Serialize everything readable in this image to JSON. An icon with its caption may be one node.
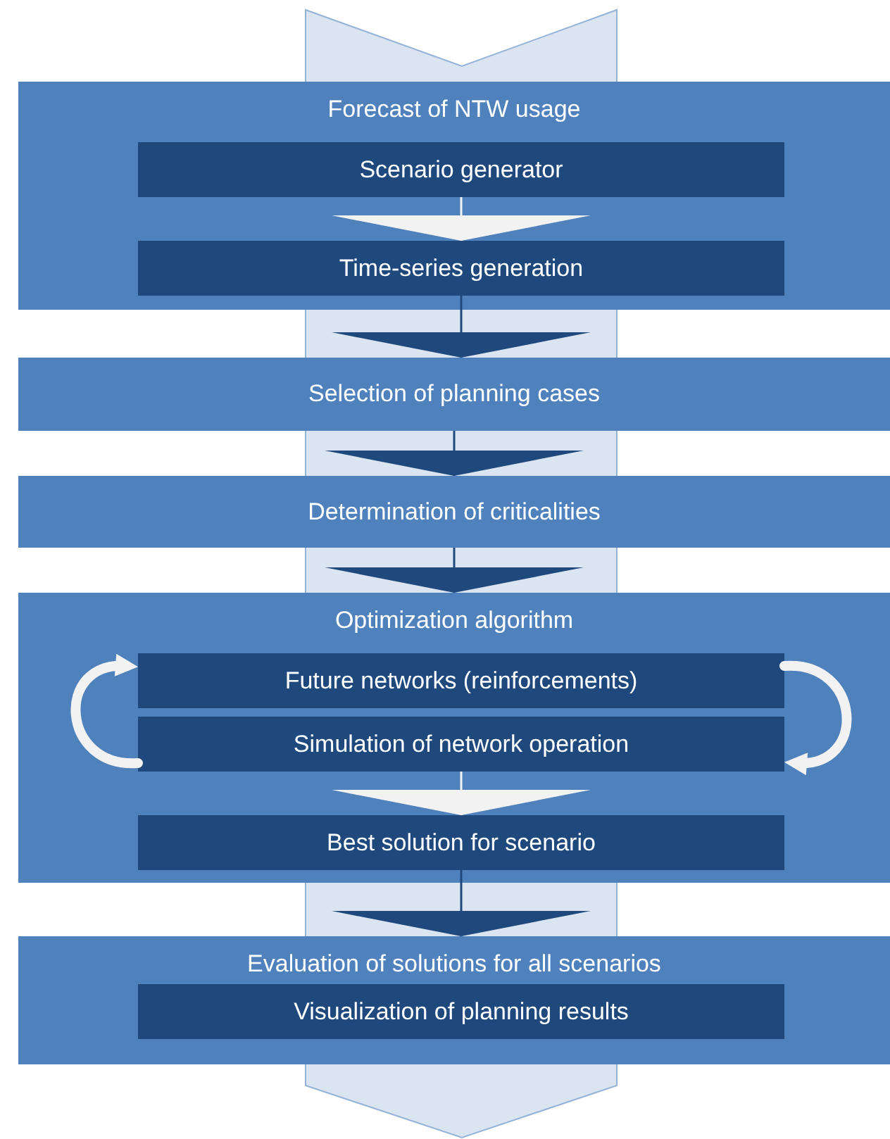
{
  "diagram": {
    "nodes": [
      {
        "text": [
          "Forecast of NTW usage"
        ]
      },
      {
        "text": [
          "Scenario generator"
        ],
        "in": 0
      },
      {
        "text": [
          "Time-series generation"
        ],
        "in": 0
      },
      {
        "text": [
          "Selection of planning cases"
        ]
      },
      {
        "text": [
          "Determination of criticalities"
        ]
      },
      {
        "text": [
          "Optimization algorithm"
        ]
      },
      {
        "text": [
          "Future networks (reinforcements)"
        ],
        "in": 5
      },
      {
        "text": [
          "Simulation of network operation"
        ],
        "in": 5
      },
      {
        "text": [
          "Best solution for scenario"
        ],
        "in": 5
      },
      {
        "text": [
          "Evaluation of solutions for all scenarios"
        ]
      },
      {
        "text": [
          "Visualization of planning results"
        ],
        "in": 9
      }
    ],
    "edges": [
      {
        "from": 1,
        "to": 2,
        "arrow": "to",
        "color": "#f2f2f2"
      },
      {
        "from": 2,
        "to": 3,
        "arrow": "to",
        "color": "#1f497d"
      },
      {
        "from": 3,
        "to": 4,
        "arrow": "to",
        "color": "#1f497d"
      },
      {
        "from": 4,
        "to": 5,
        "arrow": "to",
        "color": "#1f497d"
      },
      {
        "from": 7,
        "to": 6,
        "arrow": "to",
        "style": "thick",
        "color": "#f2f2f2"
      },
      {
        "from": 6,
        "to": 7,
        "arrow": "to",
        "style": "thick",
        "color": "#f2f2f2"
      },
      {
        "from": 7,
        "to": 8,
        "arrow": "to",
        "color": "#f2f2f2"
      },
      {
        "from": 8,
        "to": 9,
        "arrow": "to",
        "color": "#1f497d"
      }
    ]
  }
}
